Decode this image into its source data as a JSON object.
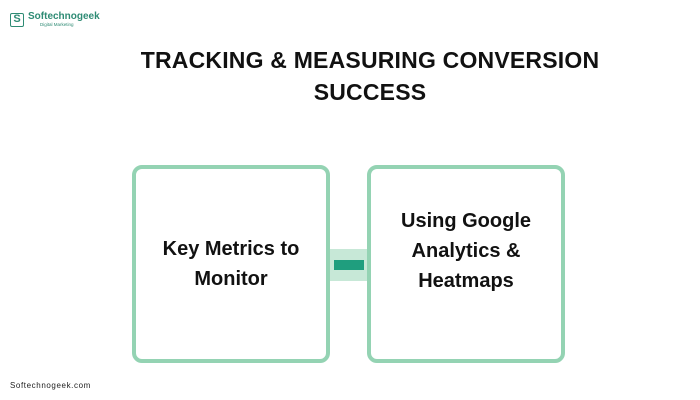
{
  "logo": {
    "icon": "s-logo-icon",
    "name": "Softechnogeek",
    "tagline": "Digital Marketing"
  },
  "title": {
    "line1": "TRACKING & MEASURING CONVERSION",
    "line2": "SUCCESS"
  },
  "boxes": [
    {
      "line1": "Key Metrics to",
      "line2": "Monitor"
    },
    {
      "line1": "Using Google",
      "line2": "Analytics &",
      "line3": "Heatmaps"
    }
  ],
  "footer": {
    "text": "Softechnogeek.com"
  },
  "colors": {
    "brand": "#2e8b74",
    "box_border": "#94d3b3",
    "connector_light": "#c7e8d7",
    "connector_dark": "#1f9e7e",
    "text": "#111111"
  }
}
